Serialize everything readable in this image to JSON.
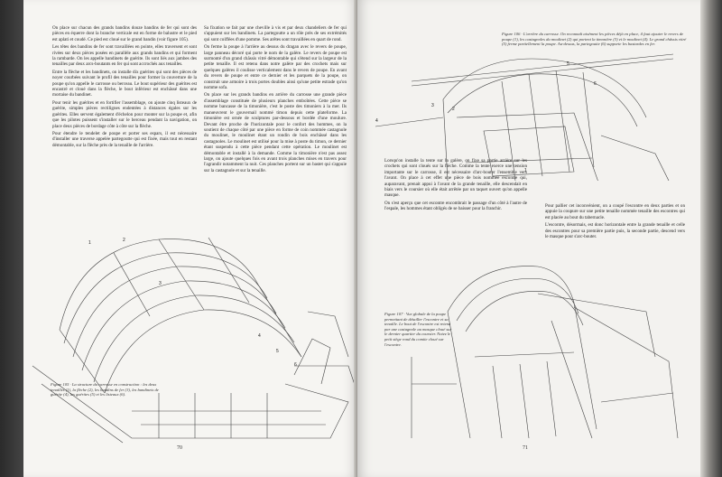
{
  "left_page": {
    "number": "70",
    "col1": [
      "On place sur chacun des grands bandins douze bandins de fer qui sont des pièces en équerre dont la branche verticale est en forme de balustre et le pied est aplati et coudé. Ce pied est cloué sur le grand bandin (voir figure 105).",
      "Les têtes des bandins de fer sont travaillées en pointe, elles traversent et sont rivées sur deux pièces posées en parallèle aux grands bandins et qui forment la rambarde. On les appelle bandinets de guérite. Ils sont liés aux jambes des tenailles par deux arcs-boutants en fer qui sont accrochés aux tenailles.",
      "Entre la flèche et les bandinets, on installe dix guérites qui sont des pièces de noyer courbées suivant le profil des tenailles pour former la couverture de la poupe qu'on appelle le carrosse ou berceau. Le bout supérieur des guérites est encastré et cloué dans la flèche, le bout inférieur est enchâssé dans une mortaise du bandinet.",
      "Pour tenir les guérites et en fortifier l'assemblage, on ajoute cinq listeaux de guérite, simples pièces rectilignes endentées à distances égales sur les guérites. Elles servent également d'échelon pour monter sur la poupe et, afin que les pilotes puissent s'installer sur le berceau pendant la navigation, on place deux pièces de bordage côte à côte sur la flèche.",
      "Pour étendre le tendelet de poupe et porter ses espars, il est nécessaire d'installer une traverse appelée partegoutte qui est fixée, mais tout en restant démontable, sur la flèche près de la tenaille de l'arrière."
    ],
    "col2": [
      "Sa fixation se fait par une cheville à vis et par deux chandeliers de fer qui s'appuient sur les bandinets. La partegoutte a un rôle près de ses extrémités qui sont coiffées d'une pomme. Ses arêtes sont travaillées en quart de rond.",
      "On ferme la poupe à l'arrière au dessus du dragan avec le revers de poupe, large panneau décoré qui porte le nom de la galère. Le revers de poupe est surmonté d'un grand châssis vitré démontable qui s'étend sur la largeur de la petite tenaille. Il est retenu dans notre galère par des crochets mais sur quelques galères il coulisse verticalement dans le revers de poupe. En avant du revers de poupe et entre ce dernier et les parquets de la poupe, on construit une armoire à trois portes doubles ainsi qu'une petite estrade qu'on nomme sofa.",
      "On place sur les grands bandins en arrière du carrosse une grande pièce d'assemblage constituée de plusieurs planches emboîtées. Cette pièce se nomme bancasse de la timonière, c'est le poste des timoniers à la mer. Ils manœuvrent le gouvernail nommé timon depuis cette plateforme. La timonière est ornée de sculptures par-dessous et bordée d'une moulure. Devant être proche de l'horizontale pour le confort des hommes, on la soutient de chaque côté par une pièce en forme de coin nommée castagnole du moulinet, le moulinet étant un rondin de bois enchâssé dans les castagnoles. Le moulinet est utilisé pour la mise à poste du timon, ce dernier étant suspendu à cette pièce pendant cette opération. Le moulinet est démontable et installé à la demande. Comme la timonière n'est pas assez large, on ajoute quelques fois en avant trois planches mises en travers pour l'agrandir notamment la nuit. Ces planches portent sur un bastet qui s'appuie sur la castagnole et sur la tenaille."
    ],
    "caption": "Figure 105 · La structure du carrosse en construction : les deux tenailles (1), la flèche (2), les bandins de fer (3), les bandinets de guérite (4), les guérites (5) et les listeaux (6)."
  },
  "right_page": {
    "number": "71",
    "caption_106": "Figure 106 · L'arrière du carrosse. On reconnaît aisément les pièces déjà en place, il faut ajouter le revers de poupe (1), les castagnoles du moulinet (2) qui portent la timonière (3) et le moulinet (4). Le grand châssis vitré (5) ferme partiellement la poupe. Au-dessus, la partegoutte (6) supporte les bastardes en fer.",
    "col1": [
      "Lorsqu'on installe la tente sur la galère, on fixe sa partie arrière sur les crochets qui sont cloués sur la flèche. Comme la tente exerce une tension importante sur le carrosse, il est nécessaire d'arc-bouter l'ensemble vers l'avant. On place à cet effet une pièce de bois nommée escontre qui, auparavant, prenait appui à l'avant de la grande tenaille, elle descendait en biais vers le coursier où elle était arrêtée par un taquet ouvert qu'on appelle masque.",
      "On s'est aperçu que cet escontre encombrait le passage d'un côté à l'autre de l'espale, les hommes étant obligés de se baisser pour la franchir."
    ],
    "col2": [
      "Pour pallier cet inconvénient, on a coupé l'escontre en deux parties et on appuie la coupure sur une petite tenaille nommée tenaille des escontres qui est placée au bout du tabernacle.",
      "L'escontre, désormais, est donc horizontale entre la grande tenaille et celle des escontres pour sa première partie puis, la seconde partie, descend vers le masque pour s'arc-bouter."
    ],
    "caption_107": "Figure 107 · Vue globale de la poupe permettant de détailler l'escontre et sa tenaille. Le bout de l'escontre est retenu par une castagnole au masque cloué sur le dernier quartier du coursier. Notez le petit siège rond du comite cloué sur l'escontre."
  },
  "labels": {
    "fig105": [
      "1",
      "2",
      "3",
      "4",
      "5",
      "6"
    ],
    "fig106": [
      "1",
      "2",
      "3",
      "4",
      "5",
      "6"
    ]
  }
}
